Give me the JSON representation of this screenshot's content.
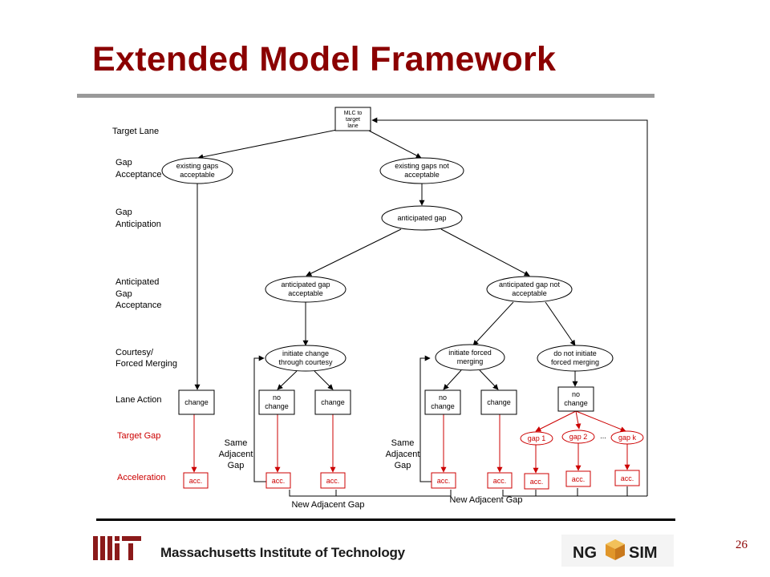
{
  "slide": {
    "title": "Extended Model Framework",
    "page_number": "26",
    "footer_institution": "Massachusetts Institute of Technology",
    "footer_logo_right_left": "NG",
    "footer_logo_right_right": "SIM",
    "colors": {
      "title": "#8b0000",
      "red": "#cc0000",
      "rule": "#999999"
    }
  },
  "levels": {
    "target_lane": "Target Lane",
    "gap_acceptance_1": "Gap",
    "gap_acceptance_2": "Acceptance",
    "gap_anticipation_1": "Gap",
    "gap_anticipation_2": "Anticipation",
    "anticipated_gap_acceptance_1": "Anticipated",
    "anticipated_gap_acceptance_2": "Gap",
    "anticipated_gap_acceptance_3": "Acceptance",
    "courtesy_forced_1": "Courtesy/",
    "courtesy_forced_2": "Forced Merging",
    "lane_action": "Lane Action",
    "target_gap": "Target Gap",
    "acceleration": "Acceleration"
  },
  "nodes": {
    "root_1": "MLC to",
    "root_2": "target",
    "root_3": "lane",
    "existing_acc_1": "existing gaps",
    "existing_acc_2": "acceptable",
    "existing_not_1": "existing gaps not",
    "existing_not_2": "acceptable",
    "anticipated_gap": "anticipated gap",
    "ant_acc_1": "anticipated gap",
    "ant_acc_2": "acceptable",
    "ant_not_1": "anticipated gap not",
    "ant_not_2": "acceptable",
    "init_courtesy_1": "initiate change",
    "init_courtesy_2": "through courtesy",
    "init_forced_1": "initiate forced",
    "init_forced_2": "merging",
    "no_init_1": "do not initiate",
    "no_init_2": "forced merging",
    "change": "change",
    "no_change_1": "no",
    "no_change_2": "change",
    "gap_1": "gap 1",
    "gap_2": "gap 2",
    "gap_k": "gap k",
    "ellipsis": "...",
    "acc": "acc."
  },
  "annotations": {
    "same_adjacent_1": "Same",
    "same_adjacent_2": "Adjacent",
    "same_adjacent_3": "Gap",
    "new_adjacent_gap": "New Adjacent Gap"
  }
}
